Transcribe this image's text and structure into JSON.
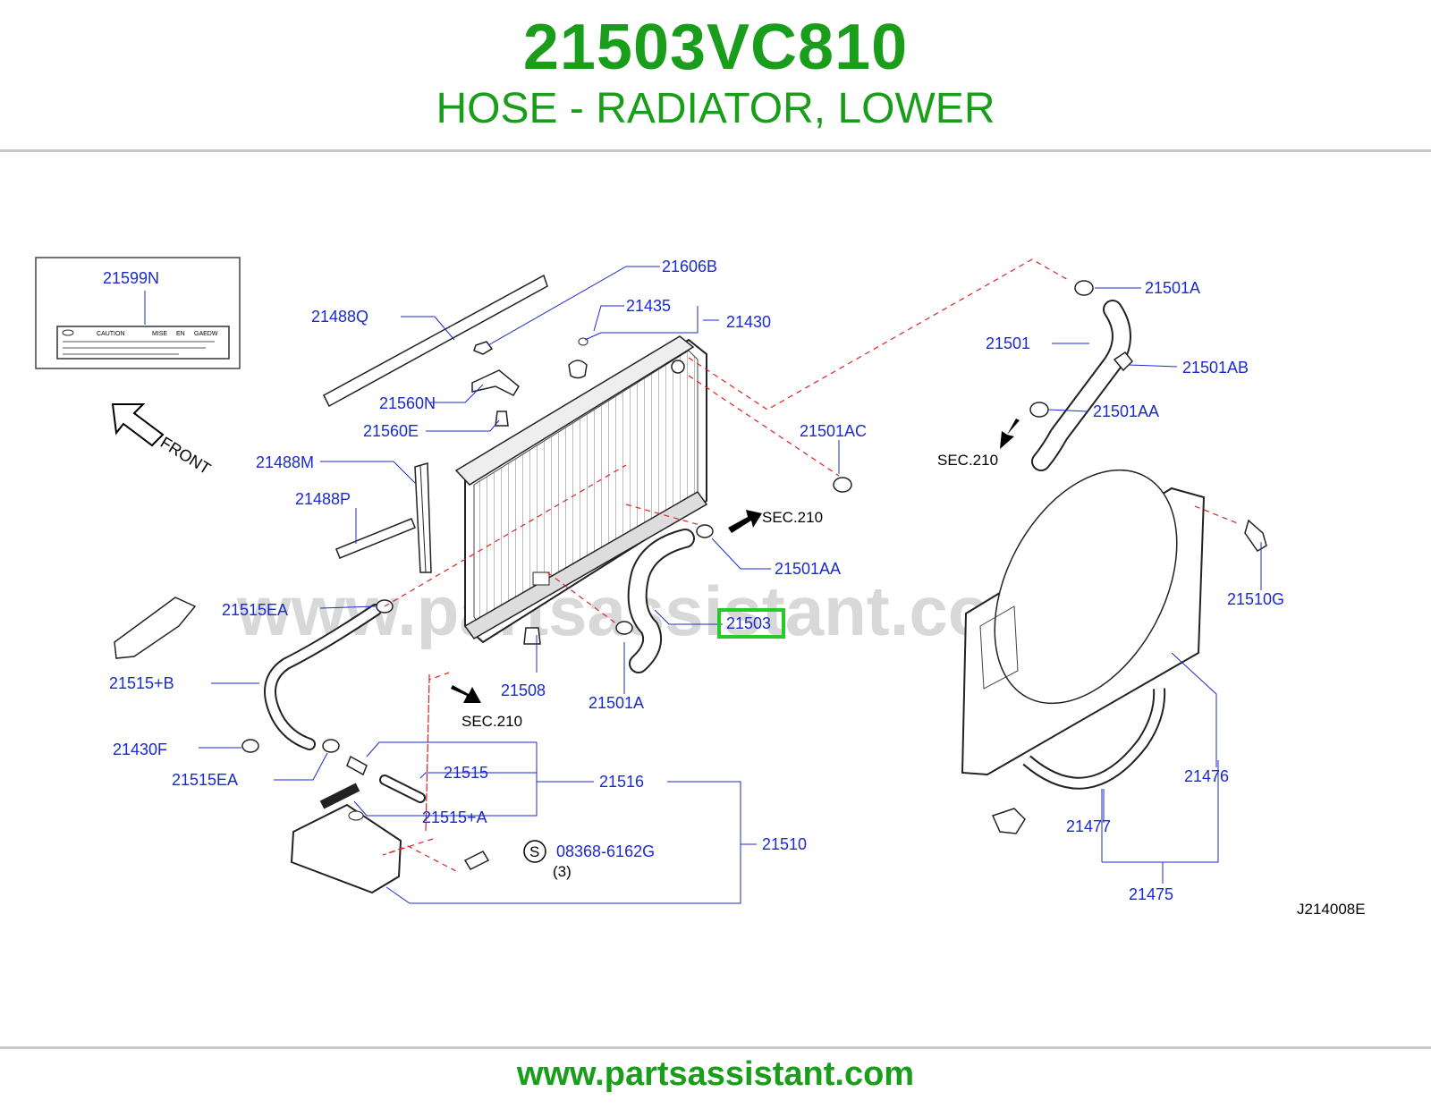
{
  "header": {
    "part_number": "21503VC810",
    "description": "HOSE - RADIATOR, LOWER"
  },
  "footer": {
    "url": "www.partsassistant.com"
  },
  "diagram": {
    "watermark": "www.partsassistant.com",
    "drawing_code": "J214008E",
    "front_label": "FRONT",
    "label_panel": {
      "part": "21599N",
      "caution": "CAUTION",
      "mise": "MISE",
      "en": "EN",
      "code": "GAEDW"
    },
    "highlight_color": "#22cc22",
    "label_color": "#1a2ad0",
    "accent_color": "#1a9d1a",
    "highlighted_part": "21503",
    "parts": {
      "p21606B": "21606B",
      "p21435": "21435",
      "p21430": "21430",
      "p21488Q": "21488Q",
      "p21560N": "21560N",
      "p21560E": "21560E",
      "p21488M": "21488M",
      "p21488P": "21488P",
      "p21515EA_a": "21515EA",
      "p21515B": "21515+B",
      "p21430F": "21430F",
      "p21515EA_b": "21515EA",
      "p21515": "21515",
      "p21516": "21516",
      "p21515A": "21515+A",
      "p21510": "21510",
      "p08368": "08368-6162G",
      "p08368_qty": "(3)",
      "s_mark": "S",
      "p21508": "21508",
      "p21501A_low": "21501A",
      "p21503": "21503",
      "p21501AA_low": "21501AA",
      "p21501AC": "21501AC",
      "p21501A_top": "21501A",
      "p21501": "21501",
      "p21501AB": "21501AB",
      "p21501AA_top": "21501AA",
      "p21510G": "21510G",
      "p21476": "21476",
      "p21477": "21477",
      "p21475": "21475"
    },
    "sec_refs": {
      "sec_a": "SEC.210",
      "sec_b": "SEC.210",
      "sec_c": "SEC.210"
    }
  }
}
